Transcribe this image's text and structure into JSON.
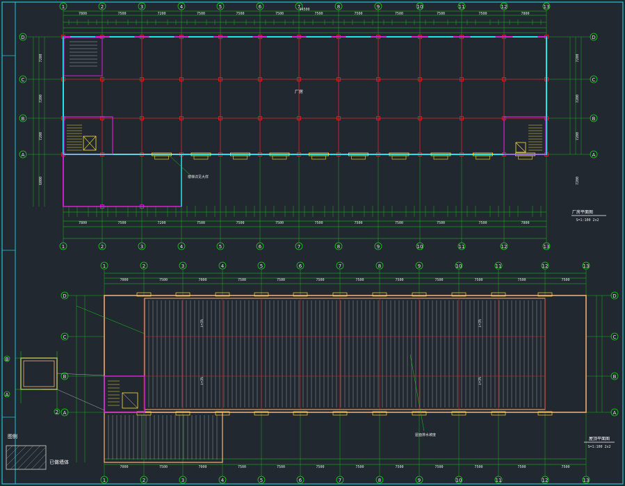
{
  "colors": {
    "background": "#212830",
    "frame": "#23c4d8",
    "dimension": "#19d219",
    "column_grid": "#e32626",
    "wall": "#d81fd8",
    "beam": "#ffb27a",
    "cyan": "#22e5ee",
    "text": "#e6e6e6",
    "yellow": "#ffe135"
  },
  "top_plan": {
    "axis_numbers": [
      "1",
      "2",
      "3",
      "4",
      "5",
      "6",
      "7",
      "8",
      "9",
      "10",
      "11",
      "12",
      "13"
    ],
    "axis_letters": [
      "A",
      "B",
      "C",
      "D"
    ],
    "bay_dims_top": [
      "7800",
      "7500",
      "7200",
      "7500",
      "7500",
      "7500",
      "7500",
      "7500",
      "7500",
      "7500",
      "7500",
      "7800"
    ],
    "bay_dims_bottom": [
      "7800",
      "7500",
      "7200",
      "7500",
      "7500",
      "7500",
      "7500",
      "7500",
      "7500",
      "7500",
      "7500",
      "7800"
    ],
    "overall_dim": "94500",
    "room_label": "厂房",
    "title": "厂房平面图",
    "scale": "S=1:100 2x2",
    "stair_note": "楼梯详见大样",
    "vertical_dims": [
      "7200",
      "7200",
      "7200",
      "6000"
    ]
  },
  "bottom_plan": {
    "axis_numbers": [
      "1",
      "2",
      "3",
      "4",
      "5",
      "6",
      "7",
      "8",
      "9",
      "10",
      "11",
      "12",
      "13"
    ],
    "axis_letters": [
      "A",
      "B",
      "C",
      "D"
    ],
    "bay_dims_top": [
      "7000",
      "7500",
      "7000",
      "7500",
      "7500",
      "7500",
      "7500",
      "7500",
      "7500",
      "7500",
      "7500",
      "7500"
    ],
    "bay_dims_bottom": [
      "7000",
      "7500",
      "7000",
      "7500",
      "7500",
      "7500",
      "7500",
      "7500",
      "7500",
      "7500",
      "7500",
      "7500"
    ],
    "title": "屋顶平面图",
    "scale": "S=1:100 2x2",
    "slope_labels": [
      "i=3%",
      "i=3%",
      "i=3%",
      "i=3%"
    ],
    "note": "屋面排水坡度"
  },
  "legend": {
    "title": "图例",
    "item_label": "已做墙体"
  }
}
